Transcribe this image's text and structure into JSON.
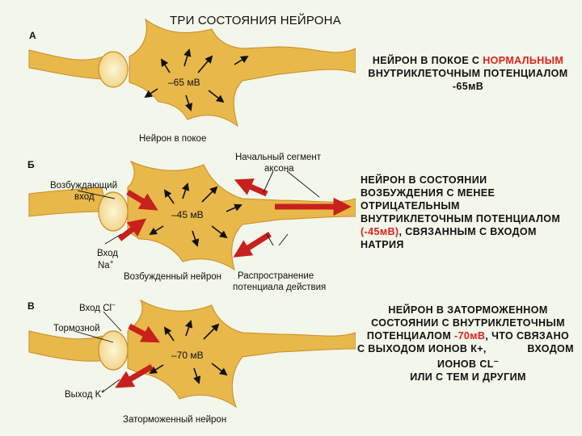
{
  "title": "ТРИ СОСТОЯНИЯ НЕЙРОНА",
  "colors": {
    "neuron": "#e8b84a",
    "neuron_edge": "#c98b24",
    "arrow_red": "#c8201c",
    "highlight": "#e0201a",
    "background": "#f3f6ea"
  },
  "panel_a": {
    "letter": "А",
    "potential": "–65 мВ",
    "label": "Нейрон в покое",
    "caption": {
      "line1_pre": "НЕЙРОН В ПОКОЕ С ",
      "line1_red": "НОРМАЛЬНЫМ",
      "line2": "ВНУТРИКЛЕТОЧНЫМ ПОТЕНЦИАЛОМ",
      "line3": "-65мВ"
    }
  },
  "panel_b": {
    "letter": "Б",
    "potential": "–45 мВ",
    "label": "Возбужденный нейрон",
    "input_line1": "Возбуждающий",
    "input_line2": "вход",
    "na_line1": "Вход",
    "na_line2": "Na",
    "na_sup": "+",
    "segment_line1": "Начальный сегмент",
    "segment_line2": "аксона",
    "spread_line1": "Распространение",
    "spread_line2": "потенциала действия",
    "caption": {
      "line1": "НЕЙРОН В СОСТОЯНИИ",
      "line2": "ВОЗБУЖДЕНИЯ С МЕНЕЕ",
      "line3": "ОТРИЦАТЕЛЬНЫМ",
      "line4": "ВНУТРИКЛЕТОЧНЫМ ПОТЕНЦИАЛОМ",
      "line5_red": "(-45мВ)",
      "line5_rest": ", СВЯЗАННЫМ С ВХОДОМ",
      "line6": "НАТРИЯ"
    }
  },
  "panel_c": {
    "letter": "В",
    "potential": "–70 мВ",
    "label": "Заторможенный нейрон",
    "cl_input": "Вход Cl",
    "cl_sup": "–",
    "inhibitory": "Тормозной",
    "k_output": "Выход K",
    "k_sup": "+",
    "caption": {
      "line1": "НЕЙРОН В ЗАТОРМОЖЕННОМ",
      "line2": "СОСТОЯНИИ С ВНУТРИКЛЕТОЧНЫМ",
      "line3_pre": "ПОТЕНЦИАЛОМ ",
      "line3_red": "-70мВ",
      "line3_post": ", ЧТО СВЯЗАНО",
      "line4_left": "С ВЫХОДОМ ИОНОВ К+,",
      "line4_right": "ВХОДОМ",
      "line5": "ИОНОВ CL",
      "line5_sup": "–",
      "line6": "ИЛИ С ТЕМ И ДРУГИМ"
    }
  }
}
